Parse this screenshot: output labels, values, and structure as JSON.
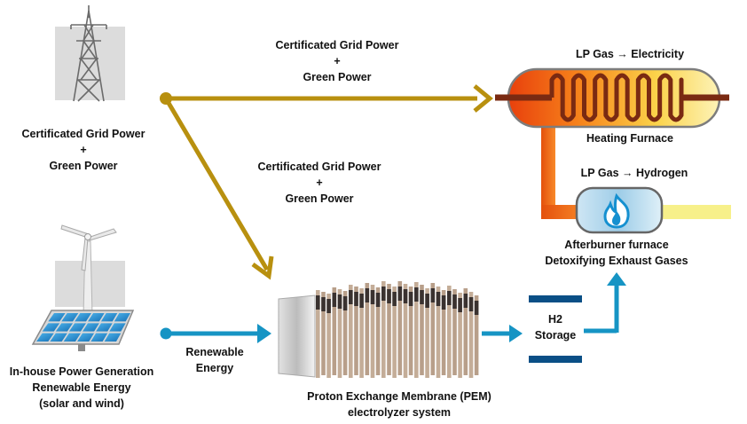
{
  "colors": {
    "grid_arrow": "#b8900f",
    "renewable_arrow": "#1694c4",
    "furnace_pipe": "#f06010",
    "coil": "#7a2a12",
    "storage_border": "#0a4f86",
    "exhaust_pipe": "#f7f08a"
  },
  "grid_source": {
    "icon": "transmission-tower-icon",
    "label_line1": "Certificated Grid Power",
    "label_plus": "+",
    "label_line2": "Green Power"
  },
  "grid_to_furnace": {
    "line1": "Certificated Grid Power",
    "plus": "+",
    "line2": "Green Power"
  },
  "grid_to_pem": {
    "line1": "Certificated Grid Power",
    "plus": "+",
    "line2": "Green Power"
  },
  "inhouse": {
    "icons": [
      "wind-turbine-icon",
      "solar-panel-icon"
    ],
    "line1": "In-house Power Generation",
    "line2": "Renewable Energy",
    "line3": "(solar and wind)"
  },
  "renewable_arrow": {
    "line1": "Renewable",
    "line2": "Energy"
  },
  "pem": {
    "line1": "Proton Exchange Membrane (PEM)",
    "line2": "electrolyzer system"
  },
  "storage": {
    "line1": "H2",
    "line2": "Storage"
  },
  "heating_furnace": {
    "top_label": "LP Gas → Electricity",
    "name": "Heating Furnace"
  },
  "afterburner": {
    "top_label": "LP Gas → Hydrogen",
    "line1": "Afterburner furnace",
    "line2": "Detoxifying Exhaust Gases"
  }
}
